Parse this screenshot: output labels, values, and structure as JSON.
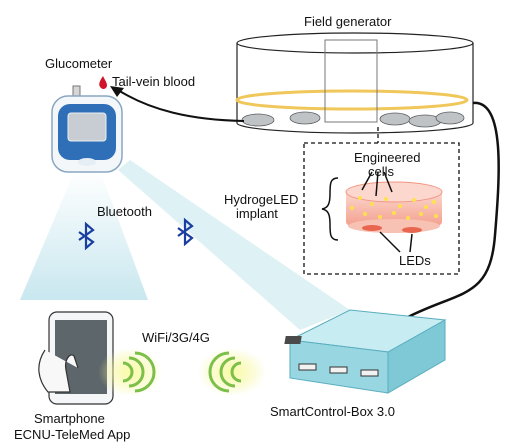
{
  "labels": {
    "field_generator": "Field generator",
    "glucometer": "Glucometer",
    "tail_vein_blood": "Tail-vein blood",
    "engineered_cells_1": "Engineered",
    "engineered_cells_2": "cells",
    "hydrogeled_1": "HydrogeLED",
    "hydrogeled_2": "implant",
    "bluetooth": "Bluetooth",
    "leds": "LEDs",
    "wifi": "WiFi/3G/4G",
    "smartphone_1": "Smartphone",
    "smartphone_2": "ECNU-TeleMed App",
    "smartcontrol_box": "SmartControl-Box 3.0"
  },
  "colors": {
    "beam": "#cfe9f0",
    "box_top": "#c7ecf2",
    "box_front": "#98d6e2",
    "box_side": "#7fc8d6",
    "bluetooth": "#1a3fa0",
    "wifi_glow": "#f3f48a",
    "wifi_arc": "#7cc04a",
    "implant_pink": "#f4a99a",
    "implant_dark": "#e8654f",
    "cell_yellow": "#ffe14d",
    "blood_red": "#d2142a"
  },
  "icons": [
    "bluetooth-icon",
    "wifi-signal-icon",
    "blood-drop-icon",
    "glucometer-icon",
    "smartphone-icon"
  ]
}
